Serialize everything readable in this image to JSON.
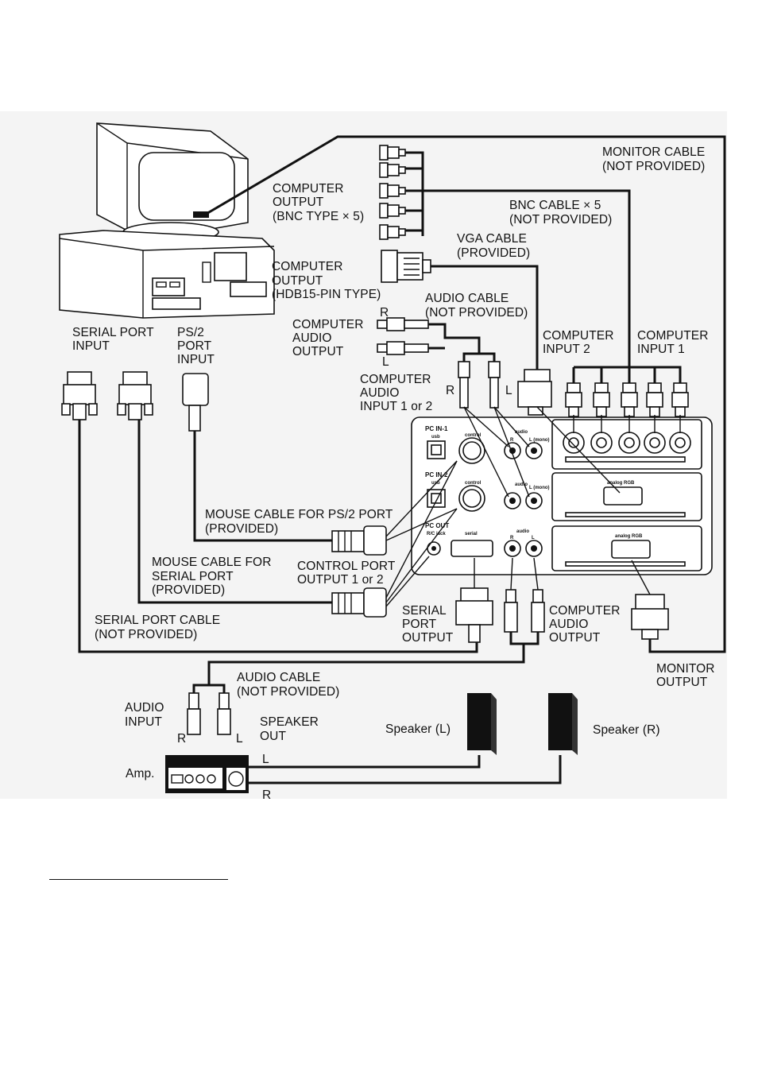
{
  "labels": {
    "monitor_cable_1": "MONITOR CABLE",
    "monitor_cable_2": "(NOT PROVIDED)",
    "comp_output_bnc_1": "COMPUTER",
    "comp_output_bnc_2": "OUTPUT",
    "comp_output_bnc_3": "(BNC TYPE × 5)",
    "bnc_cable_1": "BNC CABLE × 5",
    "bnc_cable_2": "(NOT PROVIDED)",
    "vga_cable_1": "VGA CABLE",
    "vga_cable_2": "(PROVIDED)",
    "comp_output_hdb_1": "COMPUTER",
    "comp_output_hdb_2": "OUTPUT",
    "comp_output_hdb_3": "(HDB15-PIN TYPE)",
    "audio_cable_top_1": "AUDIO CABLE",
    "audio_cable_top_2": "(NOT PROVIDED)",
    "comp_audio_out_top_1": "COMPUTER",
    "comp_audio_out_top_2": "AUDIO",
    "comp_audio_out_top_3": "OUTPUT",
    "serial_port_input_1": "SERIAL PORT",
    "serial_port_input_2": "INPUT",
    "ps2_port_input_1": "PS/2",
    "ps2_port_input_2": "PORT",
    "ps2_port_input_3": "INPUT",
    "computer_input_2_1": "COMPUTER",
    "computer_input_2_2": "INPUT 2",
    "computer_input_1_1": "COMPUTER",
    "computer_input_1_2": "INPUT 1",
    "comp_audio_input_1": "COMPUTER",
    "comp_audio_input_2": "AUDIO",
    "comp_audio_input_3": "INPUT 1 or 2",
    "mouse_ps2_1": "MOUSE CABLE FOR PS/2 PORT",
    "mouse_ps2_2": "(PROVIDED)",
    "mouse_serial_1": "MOUSE CABLE FOR",
    "mouse_serial_2": "SERIAL PORT",
    "mouse_serial_3": "(PROVIDED)",
    "control_port_1": "CONTROL PORT",
    "control_port_2": "OUTPUT 1 or 2",
    "serial_port_cable_1": "SERIAL PORT CABLE",
    "serial_port_cable_2": "(NOT PROVIDED)",
    "serial_port_output_1": "SERIAL",
    "serial_port_output_2": "PORT",
    "serial_port_output_3": "OUTPUT",
    "comp_audio_output_bot_1": "COMPUTER",
    "comp_audio_output_bot_2": "AUDIO",
    "comp_audio_output_bot_3": "OUTPUT",
    "monitor_output_1": "MONITOR",
    "monitor_output_2": "OUTPUT",
    "audio_cable_bot_1": "AUDIO CABLE",
    "audio_cable_bot_2": "(NOT PROVIDED)",
    "audio_input_1": "AUDIO",
    "audio_input_2": "INPUT",
    "speaker_out_1": "SPEAKER",
    "speaker_out_2": "OUT",
    "speaker_l": "Speaker (L)",
    "speaker_r": "Speaker (R)",
    "amp": "Amp.",
    "r": "R",
    "l": "L"
  },
  "panel": {
    "pc_in_1": "PC IN-1",
    "pc_in_2": "PC IN-2",
    "pc_out": "PC OUT",
    "usb": "usb",
    "control": "control",
    "audio": "audio",
    "r": "R",
    "l_mono": "L (mono)",
    "l": "L",
    "serial": "serial",
    "rs_jack": "R/C jack",
    "analog_rgb": "analog RGB"
  }
}
